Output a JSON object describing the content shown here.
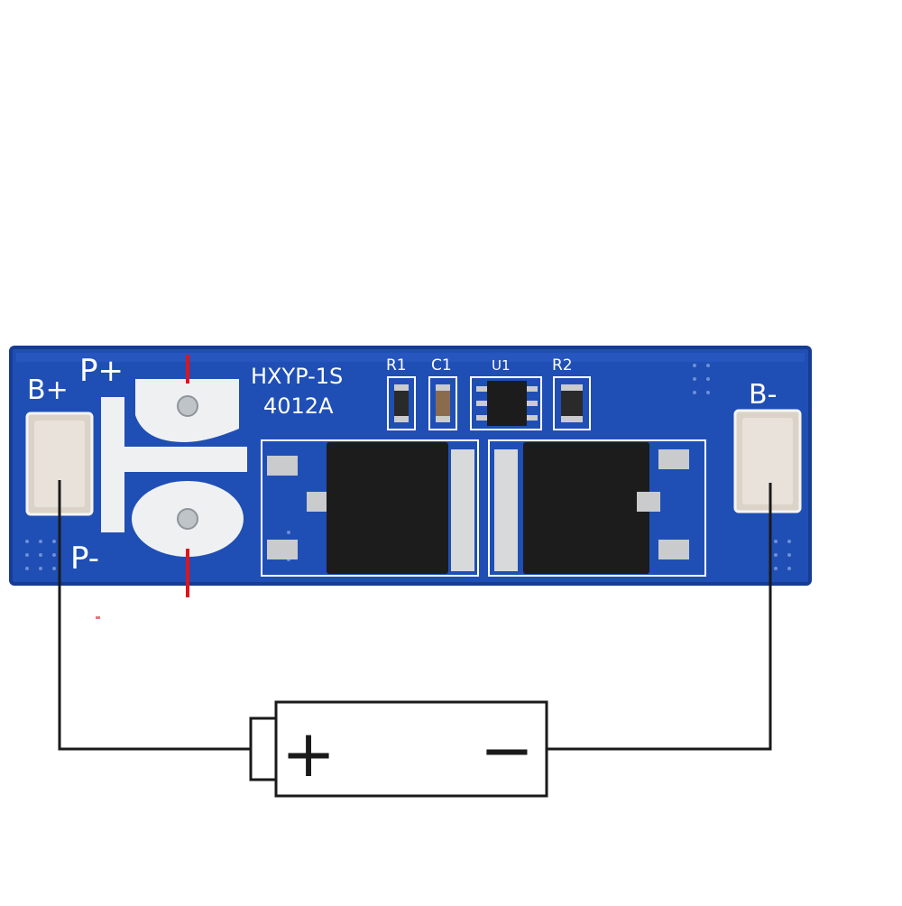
{
  "board": {
    "silkscreen": {
      "b_plus": "B+",
      "p_plus": "P+",
      "p_minus": "P-",
      "b_minus": "B-",
      "model": "HXYP-1S",
      "part": "4012A",
      "r1": "R1",
      "c1": "C1",
      "u1": "U1",
      "r2": "R2"
    },
    "colors": {
      "pcb": "#1f4fb5",
      "pcb_edge": "#163d92",
      "silk": "#ffffff",
      "mosfet": "#1c1c1c",
      "pad": "#e2d9cf",
      "lead": "#c9cbcd",
      "red_mark": "#e0141b"
    }
  },
  "battery": {
    "plus_symbol": "+",
    "minus_symbol": "−"
  },
  "colors": {
    "wire": "#1a1a1a",
    "background": "#ffffff"
  }
}
